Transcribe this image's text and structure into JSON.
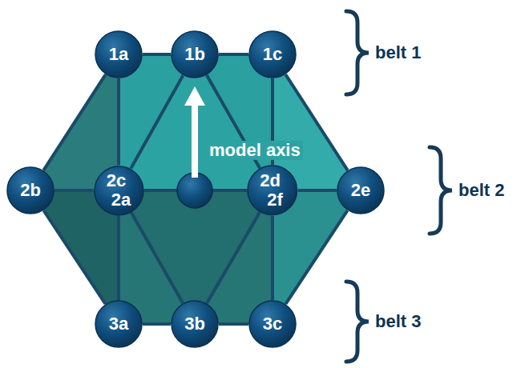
{
  "diagram": {
    "nodes": [
      {
        "text": [
          "1a"
        ]
      },
      {
        "text": [
          "1b"
        ]
      },
      {
        "text": [
          "1c"
        ]
      },
      {
        "text": [
          "2b"
        ]
      },
      {
        "text": [
          "2c",
          "2a"
        ]
      },
      {
        "text": [
          "2d",
          "2f"
        ]
      },
      {
        "text": [
          "2e"
        ]
      },
      {
        "text": [
          "3a"
        ]
      },
      {
        "text": [
          "3b"
        ]
      },
      {
        "text": [
          "3c"
        ]
      }
    ],
    "edges": [
      {
        "from": 0,
        "to": 1,
        "arrow": "none"
      },
      {
        "from": 1,
        "to": 2,
        "arrow": "none"
      },
      {
        "from": 0,
        "to": 3,
        "arrow": "none"
      },
      {
        "from": 2,
        "to": 6,
        "arrow": "none"
      },
      {
        "from": 3,
        "to": 7,
        "arrow": "none"
      },
      {
        "from": 6,
        "to": 9,
        "arrow": "none"
      },
      {
        "from": 7,
        "to": 8,
        "arrow": "none"
      },
      {
        "from": 8,
        "to": 9,
        "arrow": "none"
      },
      {
        "from": 3,
        "to": 4,
        "arrow": "none"
      },
      {
        "from": 4,
        "to": 5,
        "arrow": "none"
      },
      {
        "from": 5,
        "to": 6,
        "arrow": "none"
      },
      {
        "from": 0,
        "to": 4,
        "arrow": "none"
      },
      {
        "from": 2,
        "to": 5,
        "arrow": "none"
      },
      {
        "from": 4,
        "to": 7,
        "arrow": "none"
      },
      {
        "from": 5,
        "to": 9,
        "arrow": "none"
      },
      {
        "from": 1,
        "to": 4,
        "arrow": "none"
      },
      {
        "from": 1,
        "to": 5,
        "arrow": "none"
      },
      {
        "from": 8,
        "to": 4,
        "arrow": "none"
      },
      {
        "from": 8,
        "to": 5,
        "arrow": "none"
      }
    ],
    "labels": [
      "model axis",
      "belt 1",
      "belt 2",
      "belt 3"
    ]
  }
}
